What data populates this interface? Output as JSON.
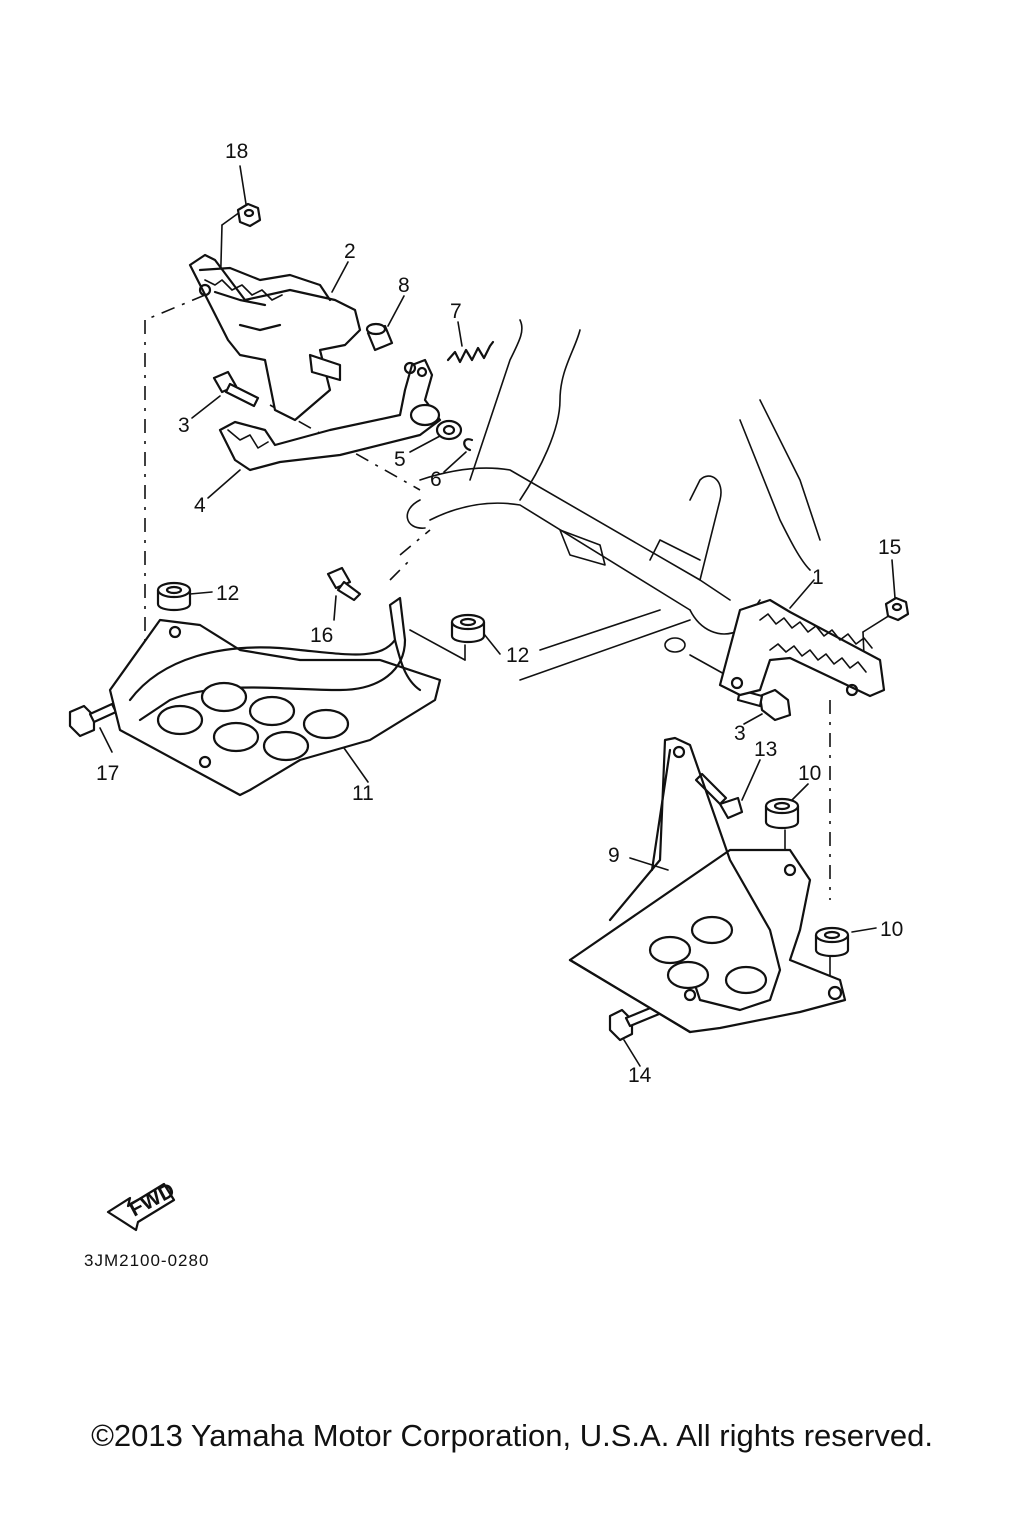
{
  "diagram_code": "3JM2100-0280",
  "fwd_label": "FWD",
  "copyright": "©2013 Yamaha Motor Corporation, U.S.A. All rights reserved.",
  "callouts": {
    "p1": "1",
    "p2": "2",
    "p3a": "3",
    "p3b": "3",
    "p4": "4",
    "p5": "5",
    "p6": "6",
    "p7": "7",
    "p8": "8",
    "p9": "9",
    "p10a": "10",
    "p10b": "10",
    "p11": "11",
    "p12a": "12",
    "p12b": "12",
    "p13": "13",
    "p14": "14",
    "p15": "15",
    "p16": "16",
    "p17": "17",
    "p18": "18"
  }
}
